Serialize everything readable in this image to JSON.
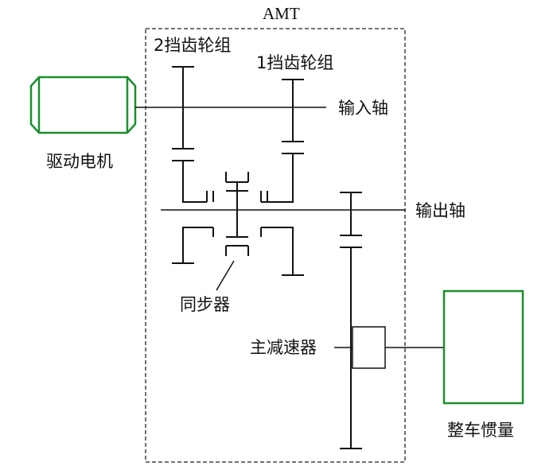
{
  "diagram": {
    "amt_title": "AMT",
    "gear2_label": "2挡齿轮组",
    "gear1_label": "1挡齿轮组",
    "input_shaft_label": "输入轴",
    "output_shaft_label": "输出轴",
    "motor_label": "驱动电机",
    "synchronizer_label": "同步器",
    "final_drive_label": "主减速器",
    "vehicle_inertia_label": "整车惯量",
    "colors": {
      "motor_outline": "#1a8f2e",
      "vehicle_outline": "#1a8f2e",
      "lines": "#111111"
    }
  }
}
